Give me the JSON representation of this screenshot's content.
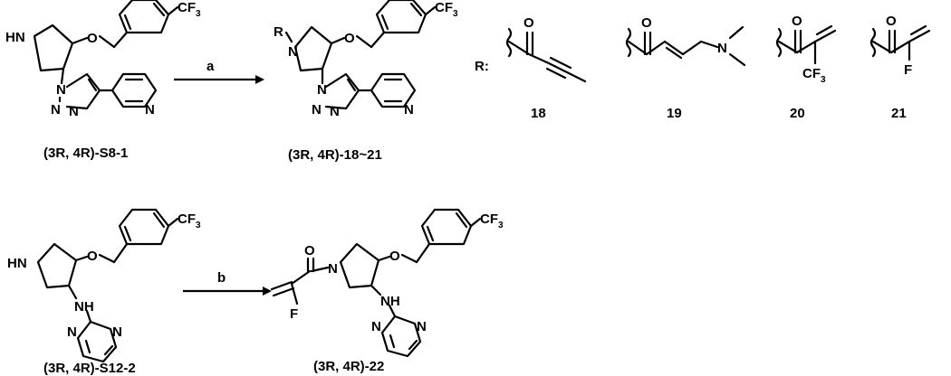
{
  "reactions": [
    {
      "starting_material": {
        "label": "(3R, 4R)-S8-1",
        "cf3": "CF",
        "cf3_sub": "3",
        "nh": "HN",
        "o": "O",
        "n": "N"
      },
      "reagent": "a",
      "product": {
        "label": "(3R, 4R)-18~21",
        "r": "R",
        "n": "N",
        "o": "O",
        "cf3": "CF",
        "cf3_sub": "3"
      }
    },
    {
      "starting_material": {
        "label": "(3R, 4R)-S12-2",
        "cf3": "CF",
        "cf3_sub": "3",
        "nh": "HN",
        "o": "O",
        "nh2": "NH",
        "n": "N"
      },
      "reagent": "b",
      "product": {
        "label": "(3R, 4R)-22",
        "cf3": "CF",
        "cf3_sub": "3",
        "o": "O",
        "n": "N",
        "nh": "NH",
        "f": "F"
      }
    }
  ],
  "r_groups": {
    "prefix": "R:",
    "items": [
      {
        "number": "18",
        "o": "O"
      },
      {
        "number": "19",
        "o": "O",
        "n": "N"
      },
      {
        "number": "20",
        "o": "O",
        "cf3": "CF",
        "cf3_sub": "3"
      },
      {
        "number": "21",
        "o": "O",
        "f": "F"
      }
    ]
  }
}
